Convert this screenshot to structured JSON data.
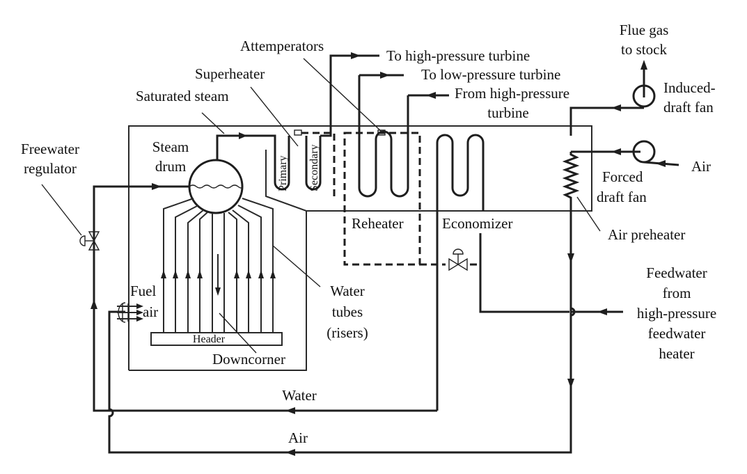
{
  "diagram": {
    "title": "Drum boiler with superheater, reheater, economizer and air preheater",
    "labels": {
      "flue_gas_line1": "Flue gas",
      "flue_gas_line2": "to stock",
      "attemperators": "Attemperators",
      "to_hp_turbine": "To high-pressure turbine",
      "to_lp_turbine": "To low-pressure turbine",
      "from_hp_line1": "From high-pressure",
      "from_hp_line2": "turbine",
      "superheater": "Superheater",
      "saturated_steam": "Saturated steam",
      "induced_line1": "Induced-",
      "induced_line2": "draft fan",
      "freewater_line1": "Freewater",
      "freewater_line2": "regulator",
      "steam_line1": "Steam",
      "steam_line2": "drum",
      "primary": "Primary",
      "secondary": "Secondary",
      "air_in": "Air",
      "forced_line1": "Forced",
      "forced_line2": "draft fan",
      "reheater": "Reheater",
      "economizer": "Economizer",
      "air_preheater": "Air preheater",
      "feedwater_line1": "Feedwater",
      "feedwater_line2": "from",
      "feedwater_line3": "high-pressure",
      "feedwater_line4": "feedwater",
      "feedwater_line5": "heater",
      "fuel": "Fuel",
      "air_burner": "air",
      "water_tubes_line1": "Water",
      "water_tubes_line2": "tubes",
      "water_tubes_line3": "(risers)",
      "header": "Header",
      "downcorner": "Downcorner",
      "water_return": "Water",
      "air_return": "Air"
    }
  }
}
